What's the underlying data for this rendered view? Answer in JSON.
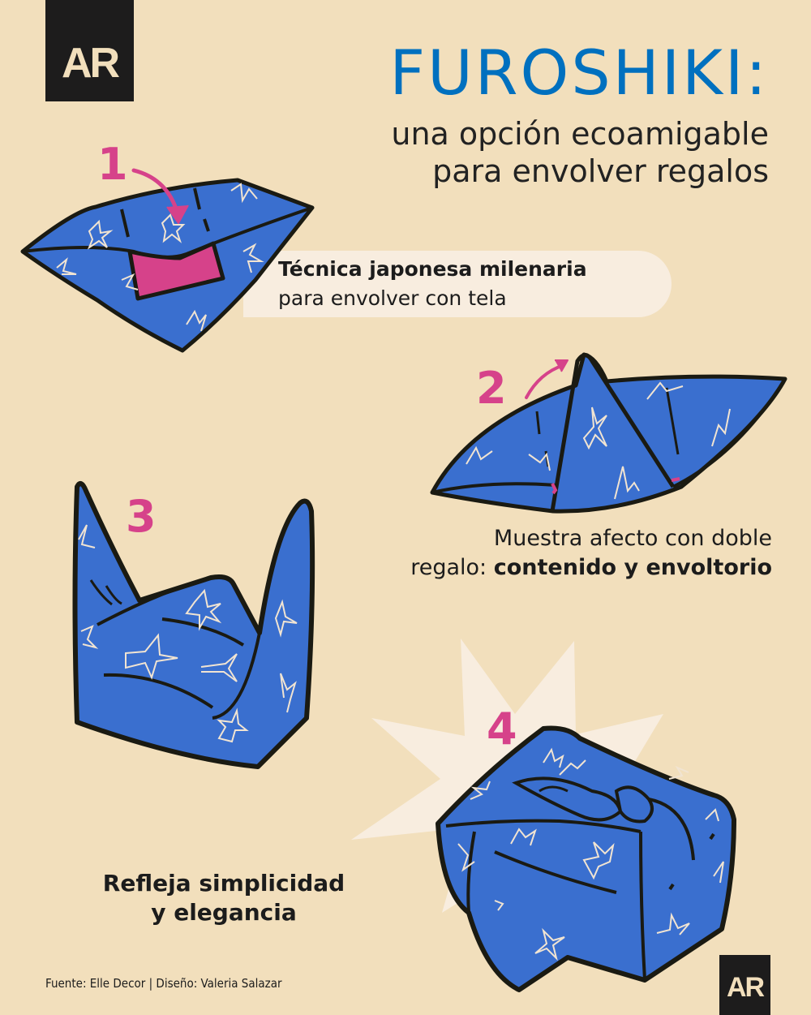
{
  "brand": {
    "logo_text": "AR",
    "logo_bg": "#1d1c1c",
    "logo_fg": "#f2dfbc"
  },
  "header": {
    "title": "FUROSHIKI:",
    "subtitle_line1": "una opción ecoamigable",
    "subtitle_line2": "para envolver regalos"
  },
  "colors": {
    "background": "#f2dfbc",
    "title_blue": "#0070bf",
    "accent_pink": "#d6428a",
    "fabric_blue": "#3a6fcf",
    "outline": "#1a1a12",
    "star_line": "#f1e4d2",
    "pill_bg": "#f8eddf",
    "burst": "#f8eddf"
  },
  "steps": [
    {
      "number": "1",
      "illustration": "flat cloth with pink gift box, top flap folding down",
      "text_bold": "Técnica japonesa milenaria",
      "text_regular": "para envolver con tela"
    },
    {
      "number": "2",
      "illustration": "cloth corners folded over gift, one corner lifted",
      "text_regular": "Muestra afecto con doble",
      "text_prefix": "regalo: ",
      "text_bold": "contenido y envoltorio"
    },
    {
      "number": "3",
      "illustration": "cloth wrapped with two upright corners",
      "text": ""
    },
    {
      "number": "4",
      "illustration": "finished furoshiki with top knot over star burst",
      "text_line1": "Refleja simplicidad",
      "text_line2": "y elegancia"
    }
  ],
  "footer": {
    "credit": "Fuente: Elle Decor | Diseño: Valeria Salazar"
  }
}
